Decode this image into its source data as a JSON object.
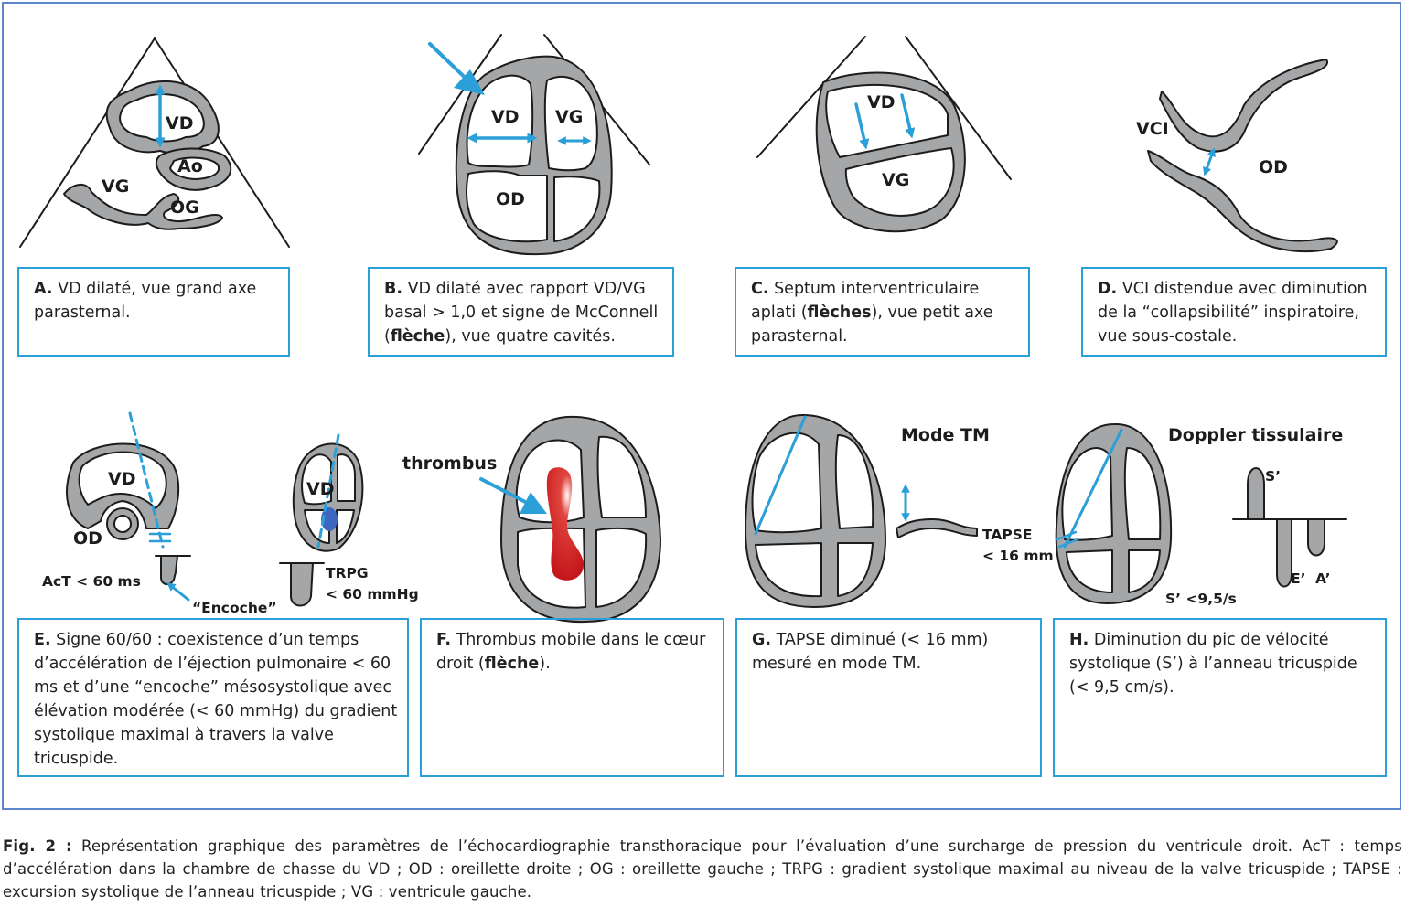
{
  "labels": {
    "a_vd": "VD",
    "a_ao": "Ao",
    "a_vg": "VG",
    "a_og": "OG",
    "b_vd": "VD",
    "b_vg": "VG",
    "b_od": "OD",
    "c_vd": "VD",
    "c_vg": "VG",
    "d_vci": "VCI",
    "d_od": "OD",
    "e_vd1": "VD",
    "e_od": "OD",
    "e_act": "AcT < 60 ms",
    "e_encoche": "“Encoche”",
    "e_vd2": "VD",
    "e_trpg1": "TRPG",
    "e_trpg2": "< 60 mmHg",
    "f_thrombus": "thrombus",
    "g_mode": "Mode TM",
    "g_tapse1": "TAPSE",
    "g_tapse2": "< 16 mm",
    "h_doppler": "Doppler tissulaire",
    "h_s": "S’",
    "h_e": "E’",
    "h_a": "A’",
    "h_s_val": "S’ <9,5/s"
  },
  "panels": {
    "a": {
      "letter": "A.",
      "text": " VD dilaté, vue grand axe parasternal."
    },
    "b": {
      "letter": "B.",
      "text1": " VD dilaté avec rapport VD/VG basal > 1,0 et signe de McConnell (",
      "bold": "flèche",
      "text2": "), vue quatre cavités."
    },
    "c": {
      "letter": "C.",
      "text1": " Septum interventriculaire aplati (",
      "bold": "flèches",
      "text2": "), vue petit axe parasternal."
    },
    "d": {
      "letter": "D.",
      "text": " VCI distendue avec diminution de la “collapsibilité” inspiratoire, vue sous-costale."
    },
    "e": {
      "letter": "E.",
      "text": " Signe 60/60 : coexistence d’un temps d’accélération de l’éjection pulmonaire < 60 ms et d’une “encoche” mésosystolique avec élévation modérée (< 60 mmHg) du gradient systolique maximal à travers la valve tricuspide."
    },
    "f": {
      "letter": "F.",
      "text1": " Thrombus mobile dans le cœur droit (",
      "bold": "flèche",
      "text2": ")."
    },
    "g": {
      "letter": "G.",
      "text": " TAPSE diminué (< 16 mm) mesuré en mode TM."
    },
    "h": {
      "letter": "H.",
      "text": " Diminution du pic de vélocité systolique (S’) à l’anneau tricuspide (< 9,5 cm/s)."
    }
  },
  "caption": {
    "label": "Fig. 2 :",
    "text": " Représentation graphique des paramètres de l’échocardiographie transthoracique pour l’évaluation d’une surcharge de pression du ventricule droit. AcT : temps d’accélération dans la chambre de chasse du VD ; OD : oreillette droite ; OG : oreillette gauche ; TRPG : gradient systolique maximal au niveau de la valve tricuspide ; TAPSE : excursion systolique de l’anneau tricuspide ; VG : ventricule gauche."
  },
  "colors": {
    "wall": "#a5a6a8",
    "outline": "#1c1c1c",
    "accent": "#2a9fd8",
    "frame": "#5b86c9",
    "thrombus": "#c4161c"
  }
}
